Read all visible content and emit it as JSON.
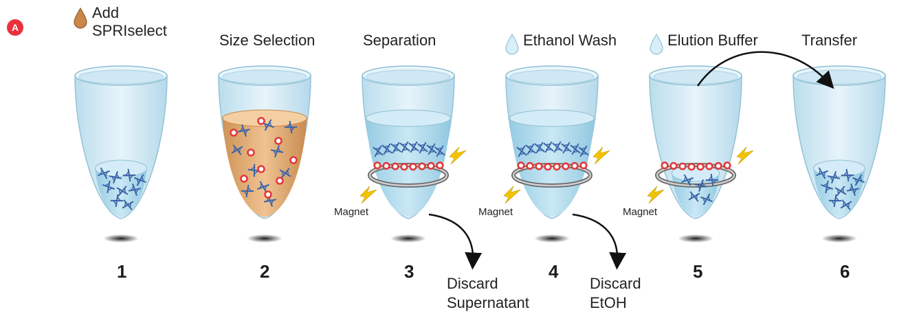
{
  "panel_label": "A",
  "steps": [
    {
      "number": "1",
      "title_lines": [
        "Add",
        "SPRIselect"
      ],
      "icon": "brown-drop-icon"
    },
    {
      "number": "2",
      "title_lines": [
        "Size Selection"
      ],
      "icon": ""
    },
    {
      "number": "3",
      "title_lines": [
        "Separation"
      ],
      "icon": "",
      "magnet_label": "Magnet"
    },
    {
      "number": "4",
      "title_lines": [
        "Ethanol Wash"
      ],
      "icon": "blue-drop-icon",
      "magnet_label": "Magnet"
    },
    {
      "number": "5",
      "title_lines": [
        "Elution Buffer"
      ],
      "icon": "blue-drop-icon",
      "magnet_label": "Magnet"
    },
    {
      "number": "6",
      "title_lines": [
        "Transfer"
      ],
      "icon": ""
    }
  ],
  "discards": [
    {
      "lines": [
        "Discard",
        "Supernatant"
      ]
    },
    {
      "lines": [
        "Discard",
        "EtOH"
      ]
    }
  ],
  "colors": {
    "tube": "#c9e6f3",
    "tube_edge": "#8fbfd4",
    "liquid": "#a9d6ea",
    "beads_mix": "#d9a060",
    "bead": "#e23a3a",
    "dna": "#3a63a8",
    "magnet": "#8a8a8a",
    "bolt": "#f2c400",
    "badge": "#e8323c"
  }
}
